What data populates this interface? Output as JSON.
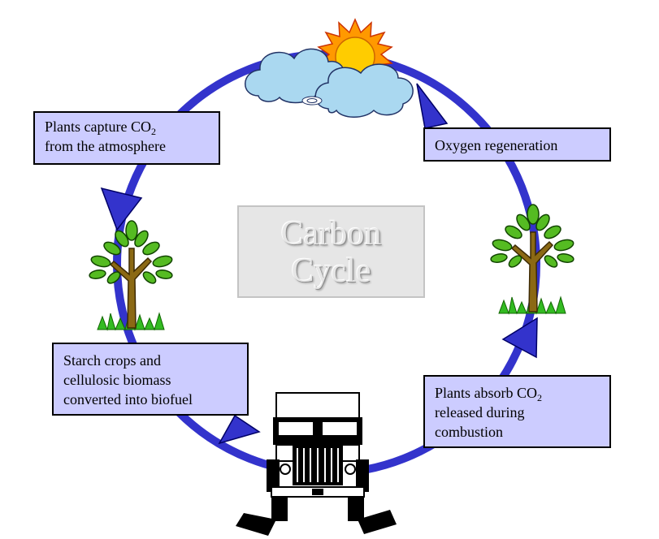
{
  "title": {
    "line1": "Carbon",
    "line2": "Cycle"
  },
  "labels": {
    "capture": {
      "line1_prefix": "Plants capture CO",
      "line1_sub": "2",
      "line2": "from the atmosphere"
    },
    "oxygen": {
      "line1": "Oxygen regeneration"
    },
    "starch": {
      "line1": "Starch crops and",
      "line2": "cellulosic biomass",
      "line3": "converted into biofuel"
    },
    "absorb": {
      "line1_prefix": "Plants absorb CO",
      "line1_sub": "2",
      "line2": "released during",
      "line3": "combustion"
    }
  },
  "icons": [
    "sun-icon",
    "cloud-icon",
    "tree-icon",
    "truck-icon",
    "arrowhead-icon"
  ],
  "colors": {
    "cycle": "#3333cc",
    "label_fill": "#ccccff",
    "title_fill": "#e6e6e6",
    "sun": "#ff9900",
    "cloud": "#aad8f0",
    "leaf": "#55bb22",
    "trunk": "#8b6914"
  }
}
